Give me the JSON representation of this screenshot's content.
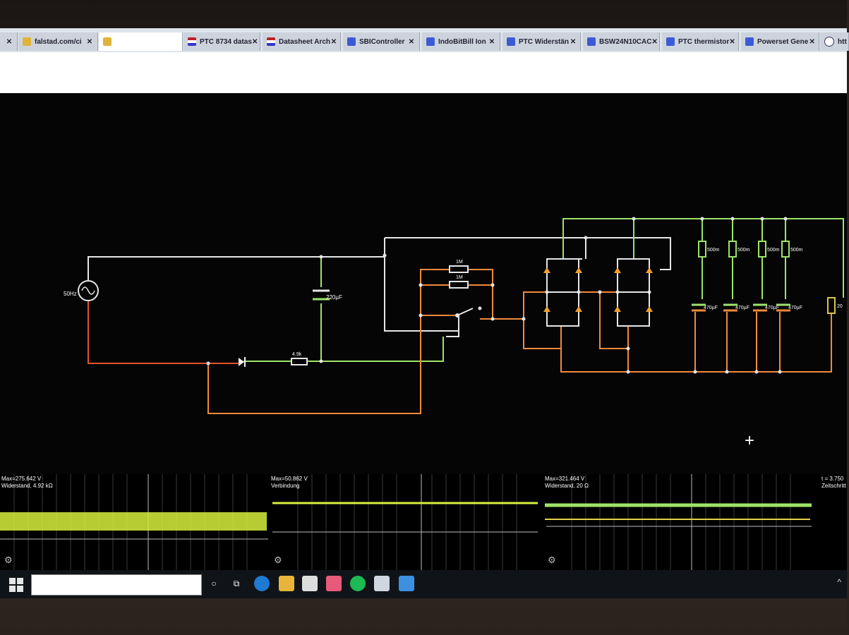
{
  "browser": {
    "tabs": [
      {
        "label": "",
        "icon": "flag-icon",
        "close": "✕"
      },
      {
        "label": "falstad.com/ci",
        "icon": "database-icon",
        "close": "✕"
      },
      {
        "label": "",
        "icon": "database-icon",
        "close": "",
        "active": true
      },
      {
        "label": "PTC 8734 datas",
        "icon": "flag-icon",
        "close": "✕"
      },
      {
        "label": "Datasheet Arch",
        "icon": "flag-icon",
        "close": "✕"
      },
      {
        "label": "SBIController",
        "icon": "page-icon",
        "close": "✕"
      },
      {
        "label": "IndoBitBill Ion",
        "icon": "page-icon",
        "close": "✕"
      },
      {
        "label": "PTC Widerstän",
        "icon": "page-icon",
        "close": "✕"
      },
      {
        "label": "BSW24N10CAC",
        "icon": "page-icon",
        "close": "✕"
      },
      {
        "label": "PTC thermistor",
        "icon": "page-icon",
        "close": "✕"
      },
      {
        "label": "Powerset Gene",
        "icon": "page-icon",
        "close": "✕"
      },
      {
        "label": "htt",
        "icon": "globe-icon",
        "close": ""
      }
    ]
  },
  "circuit": {
    "source_label": "50Hz",
    "cap_main_label": "220µF",
    "resistor_label": "4.9k",
    "res_a_label": "1M",
    "res_b_label": "1M",
    "load_res_labels": [
      "500m",
      "500m",
      "500m",
      "500m"
    ],
    "cap_labels": [
      "470µF",
      "470µF",
      "470µF",
      "470µF"
    ],
    "right_res_label": "20",
    "cursor": "+"
  },
  "scopes": [
    {
      "line1": "Max=275.642 V",
      "line2": "Widerstand, 4.92 kΩ"
    },
    {
      "line1": "Max=50.862 V",
      "line2": "Verbindung"
    },
    {
      "line1": "Max=321.464 V",
      "line2": "Widerstand, 20 Ω"
    },
    {
      "line1": "t = 3.750",
      "line2": "Zeitschritt"
    }
  ],
  "colors": {
    "wire_white": "#e6e6e6",
    "wire_green": "#9ee36a",
    "wire_orange": "#f08a3c",
    "wire_red": "#e4532a",
    "trace_yellow": "#d7f03c"
  },
  "taskbar": {
    "icons": [
      "start-icon",
      "search-field",
      "cortana-icon",
      "taskview-icon",
      "edge-icon",
      "explorer-icon",
      "store-icon",
      "paint-icon",
      "spotify-icon",
      "app-icon",
      "remote-desktop-icon"
    ]
  }
}
